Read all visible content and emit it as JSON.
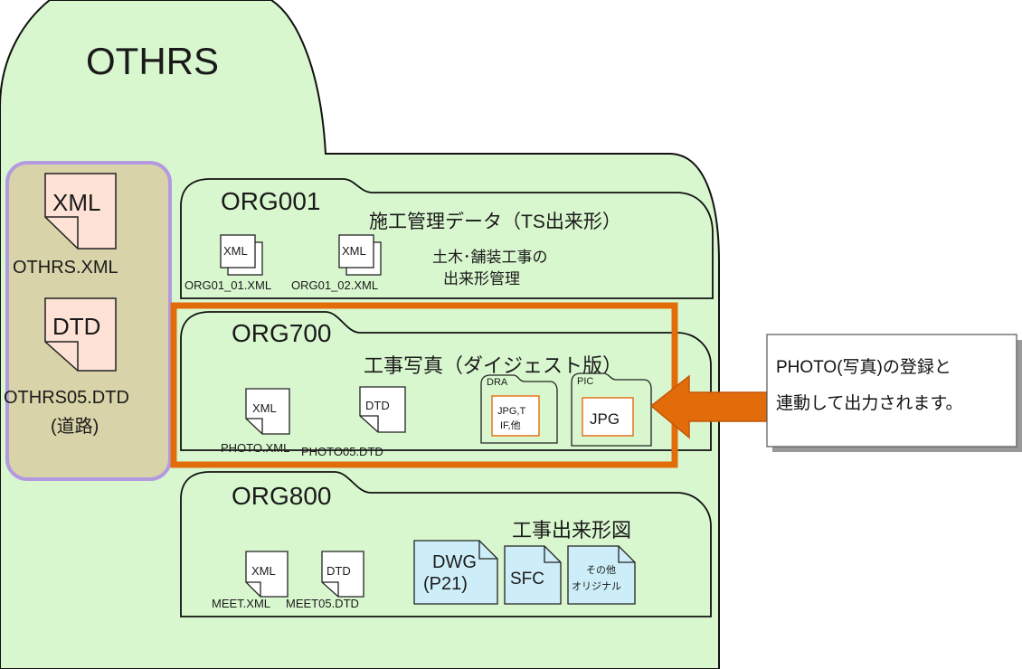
{
  "root_folder": {
    "label": "OTHRS"
  },
  "root_files": [
    {
      "name": "OTHRS.XML",
      "icon_text": "XML",
      "icon": "xml-file-icon"
    },
    {
      "name": "OTHRS05.DTD",
      "subname": "(道路)",
      "icon_text": "DTD",
      "icon": "dtd-file-icon"
    }
  ],
  "org001": {
    "label": "ORG001",
    "title": "施工管理データ（TS出来形）",
    "description": [
      "土木･舗装工事の",
      "出来形管理"
    ],
    "files": [
      {
        "name": "ORG01_01.XML",
        "icon_text": "XML"
      },
      {
        "name": "ORG01_02.XML",
        "icon_text": "XML"
      }
    ]
  },
  "org700": {
    "label": "ORG700",
    "title": "工事写真（ダイジェスト版）",
    "files": [
      {
        "name": "PHOTO.XML",
        "icon_text": "XML"
      },
      {
        "name": "PHOTO05.DTD",
        "icon_text": "DTD"
      }
    ],
    "subfolders": [
      {
        "label": "DRA",
        "content": [
          "JPG,T",
          "IF,他"
        ]
      },
      {
        "label": "PIC",
        "content": [
          "JPG"
        ]
      }
    ]
  },
  "org800": {
    "label": "ORG800",
    "title": "工事出来形図",
    "files": [
      {
        "name": "MEET.XML",
        "icon_text": "XML"
      },
      {
        "name": "MEET05.DTD",
        "icon_text": "DTD"
      }
    ],
    "cad_files": [
      {
        "lines": [
          "DWG",
          "(P21)"
        ]
      },
      {
        "lines": [
          "SFC"
        ]
      },
      {
        "lines": [
          "その他",
          "オリジナル"
        ]
      }
    ]
  },
  "callout": {
    "lines": [
      "PHOTO(写真)の登録と",
      "連動して出力されます。"
    ]
  },
  "colors": {
    "folder_fill": "#d9f7cf",
    "folder_stroke": "#111111",
    "root_panel_fill": "#d8d3a8",
    "root_panel_stroke": "#b39ae0",
    "doc_fill": "#fde2d5",
    "cad_fill": "#cdeef8",
    "highlight": "#e36c0a",
    "arrow": "#e36c0a"
  }
}
